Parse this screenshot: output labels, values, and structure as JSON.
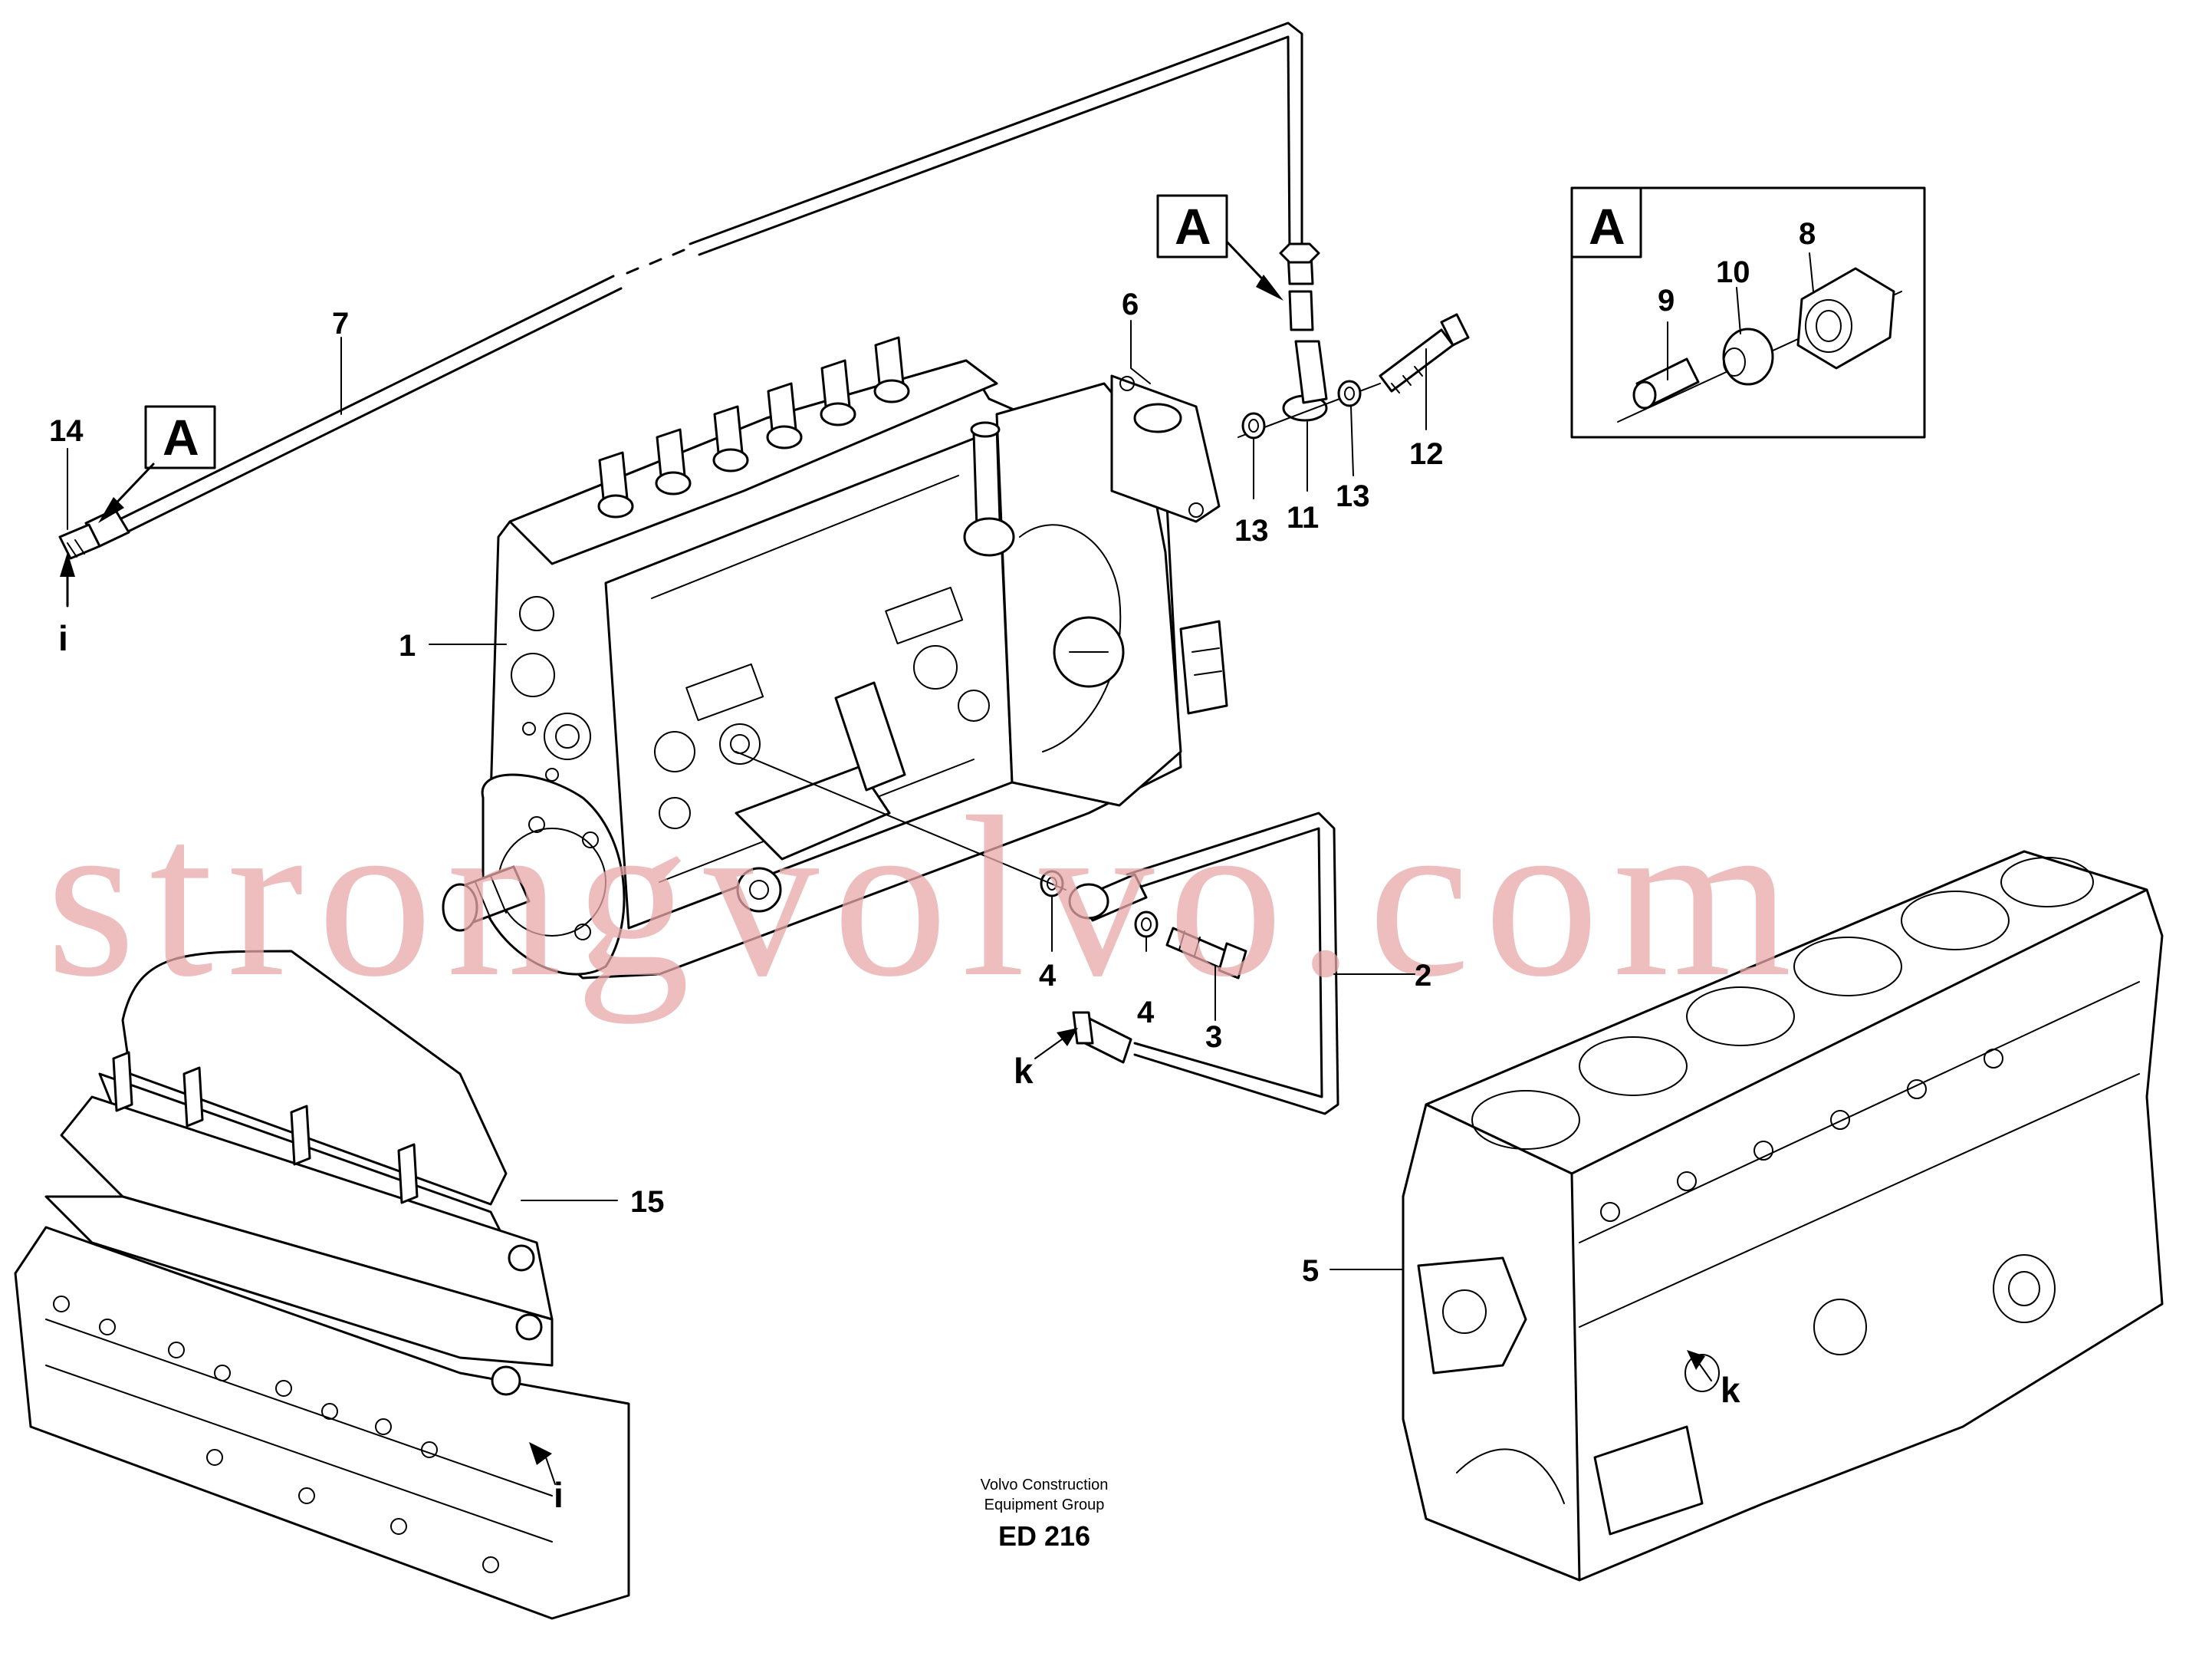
{
  "diagram": {
    "callouts": {
      "c1": "1",
      "c2": "2",
      "c3": "3",
      "c4a": "4",
      "c4b": "4",
      "c5": "5",
      "c6": "6",
      "c7": "7",
      "c8": "8",
      "c9": "9",
      "c10": "10",
      "c11": "11",
      "c12": "12",
      "c13a": "13",
      "c13b": "13",
      "c14": "14",
      "c15": "15"
    },
    "view_labels": {
      "a1": "A",
      "a2": "A",
      "a3": "A"
    },
    "connection_labels": {
      "i1": "i",
      "i2": "i",
      "k1": "k",
      "k2": "k"
    },
    "footer": {
      "line1": "Volvo Construction",
      "line2": "Equipment Group",
      "code": "ED 216"
    },
    "watermark": "strongvolvo.com"
  }
}
